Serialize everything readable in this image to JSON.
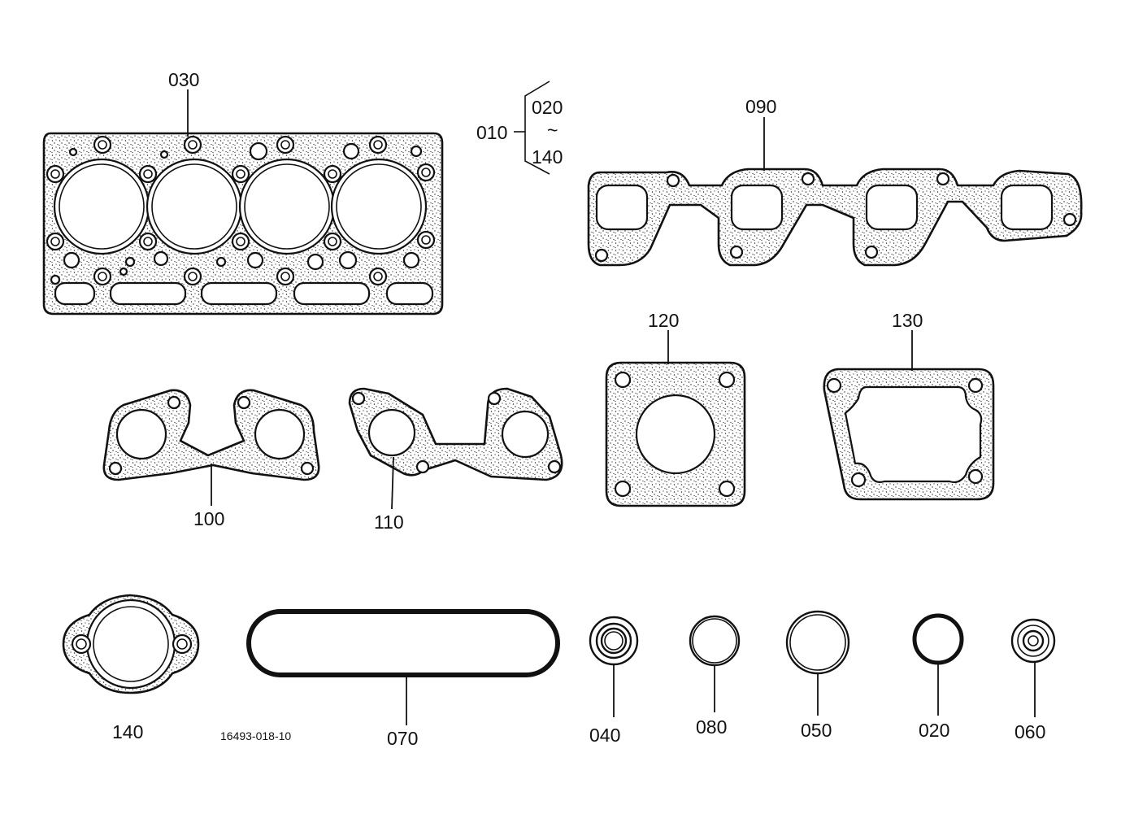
{
  "parts": {
    "p030": "030",
    "p010": "010",
    "p020_range": "020",
    "range_tilde": "~",
    "p140_range": "140",
    "p090": "090",
    "p120": "120",
    "p130": "130",
    "p100": "100",
    "p110": "110",
    "p140": "140",
    "p070": "070",
    "p040": "040",
    "p080": "080",
    "p050": "050",
    "p020": "020",
    "p060": "060"
  },
  "drawing_number": "16493-018-10"
}
